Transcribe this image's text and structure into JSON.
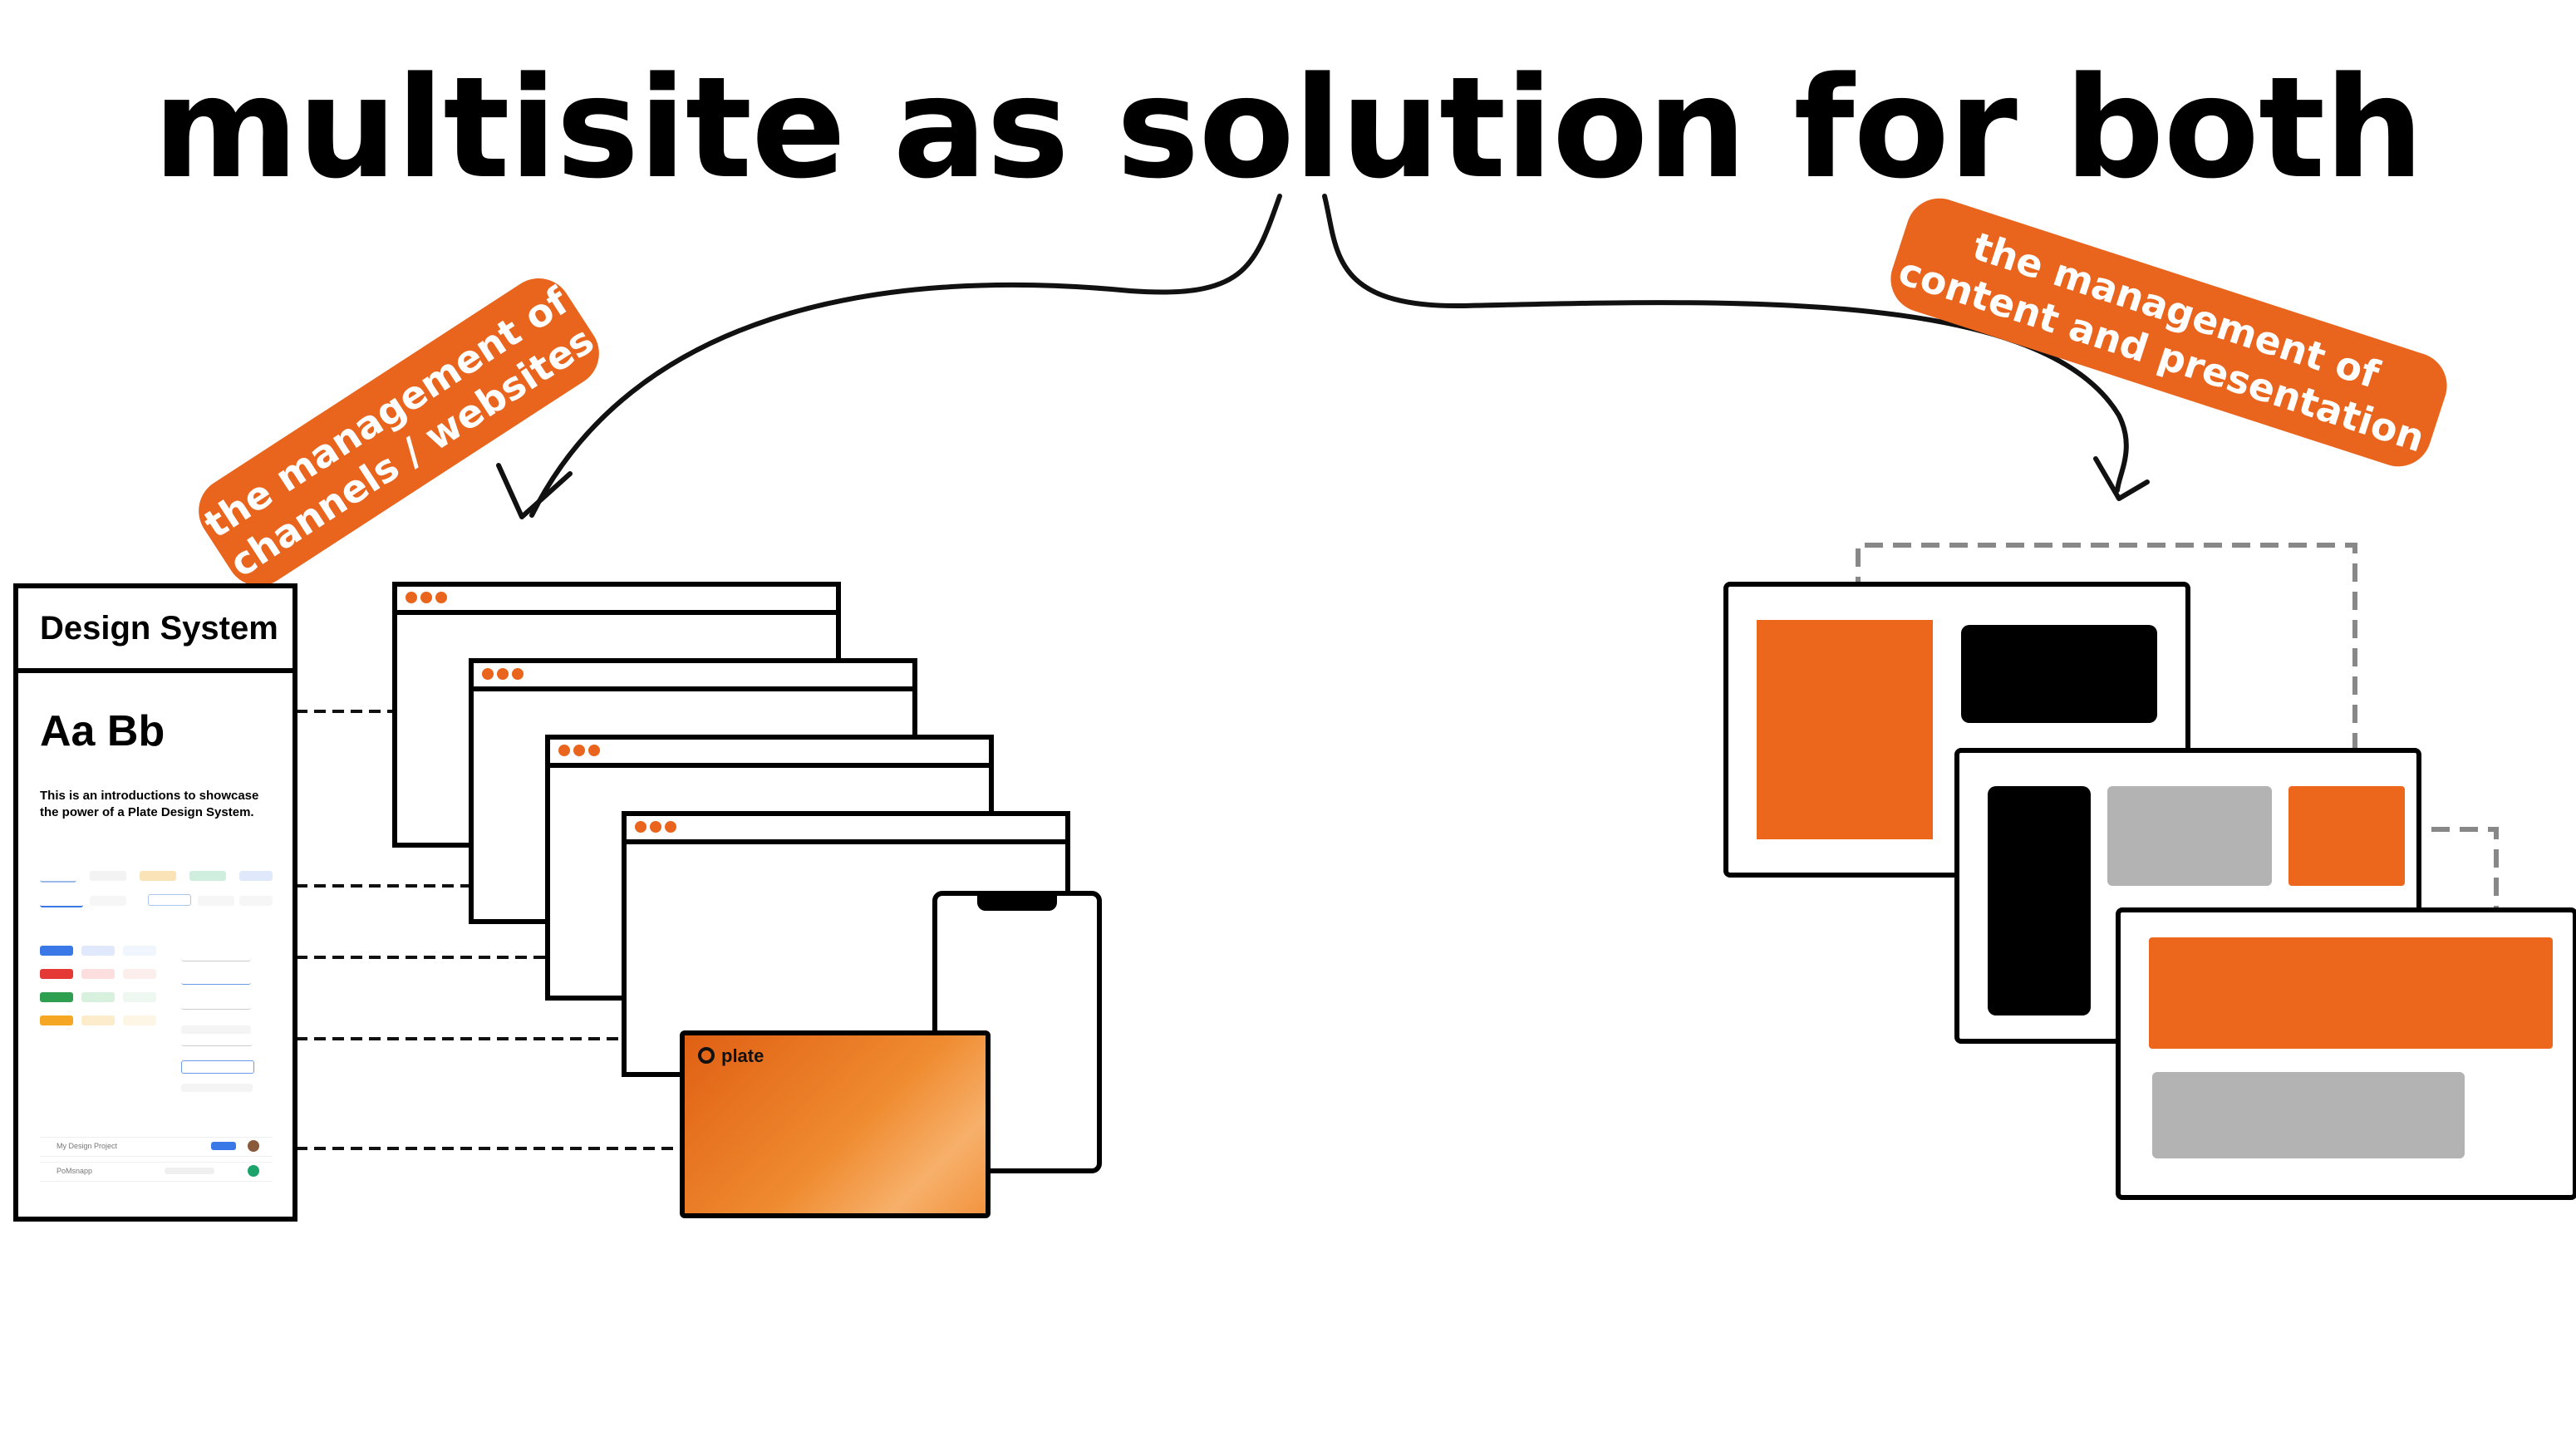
{
  "title": "multisite as solution for both",
  "left_tag": {
    "line1": "the management of",
    "line2": "channels / websites"
  },
  "right_tag": {
    "line1": "the management of",
    "line2": "content and presentation"
  },
  "design_system": {
    "header": "Design System",
    "type_sample": "Aa Bb",
    "intro": "This is an introductions to showcase the power of a Plate Design System.",
    "project_1": "My Design Project",
    "project_2": "PoMsnapp"
  },
  "plate_card": {
    "logo": "plate"
  },
  "colors": {
    "accent": "#ec671b",
    "black": "#000000",
    "gray": "#b3b3b3",
    "dashed": "#888888"
  }
}
